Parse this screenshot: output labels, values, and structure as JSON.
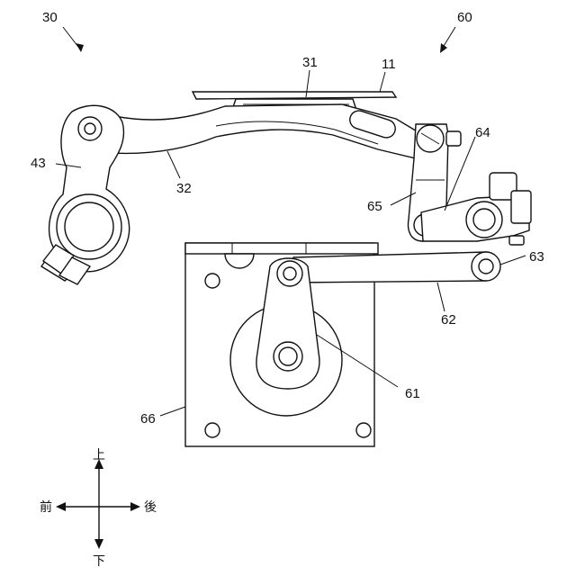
{
  "labels": {
    "n30": "30",
    "n60": "60",
    "n31": "31",
    "n11": "11",
    "n43": "43",
    "n32": "32",
    "n64": "64",
    "n65": "65",
    "n63": "63",
    "n62": "62",
    "n61": "61",
    "n66": "66"
  },
  "directions": {
    "up": "上",
    "down": "下",
    "front": "前",
    "back": "後"
  }
}
